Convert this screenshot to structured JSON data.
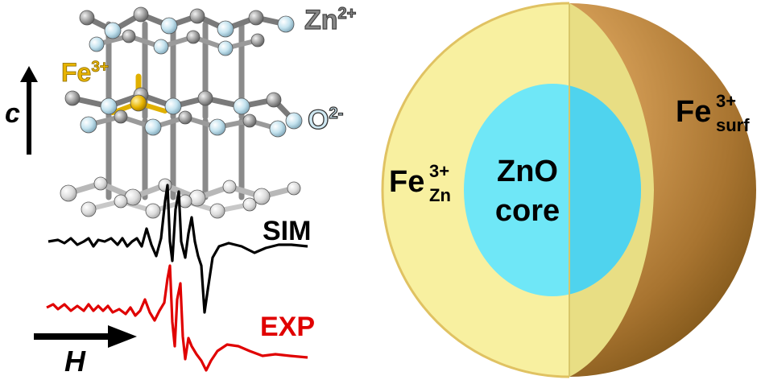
{
  "crystal": {
    "zn_label": "Zn",
    "zn_charge": "2+",
    "fe_label": "Fe",
    "fe_charge": "3+",
    "o_label": "O",
    "o_charge": "2-",
    "axis_label": "c"
  },
  "epr": {
    "sim_label": "SIM",
    "exp_label": "EXP",
    "field_label": "H"
  },
  "nanoparticle": {
    "core_line1": "ZnO",
    "core_line2": "core",
    "fe_zn_label": "Fe",
    "fe_zn_sup": "3+",
    "fe_zn_sub": "Zn",
    "fe_surf_label": "Fe",
    "fe_surf_sup": "3+",
    "fe_surf_sub": "surf"
  },
  "colors": {
    "zn_atom": "#aaaaaa",
    "o_atom": "#b8dceb",
    "fe_atom": "#e8b400",
    "sim_trace": "#000000",
    "exp_trace": "#e00000",
    "shell_face": "#f8f0a0",
    "core_face": "#6fe7f7",
    "surface": "#c8913e"
  }
}
